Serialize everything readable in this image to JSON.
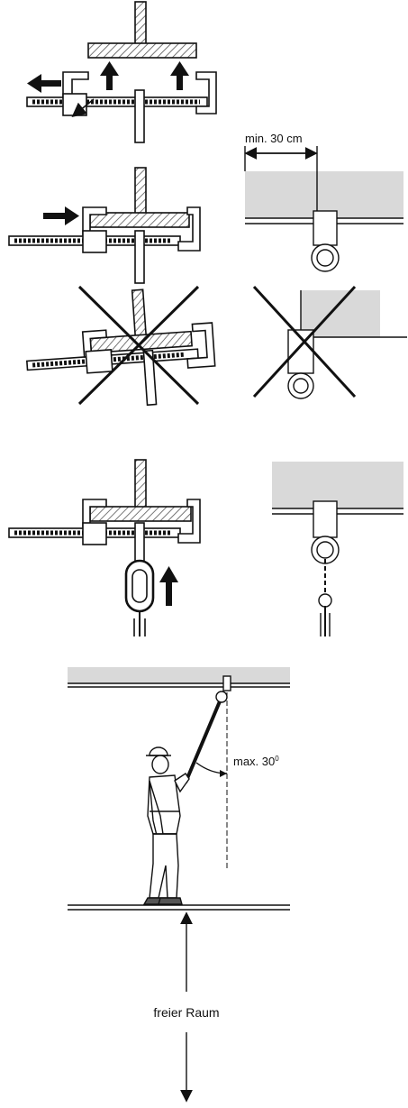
{
  "labels": {
    "min_distance": "min. 30 cm",
    "max_angle": "max. 30",
    "max_angle_unit": "0",
    "clearance": "freier Raum"
  },
  "colors": {
    "ink": "#1a1a1a",
    "ceiling_fill": "#d9d9d9",
    "hatch": "#555555"
  },
  "steps": [
    {
      "id": "open-clamp",
      "wrong": false
    },
    {
      "id": "push-clamp",
      "wrong": false
    },
    {
      "id": "incorrect-mount",
      "wrong": true
    },
    {
      "id": "attach-connector",
      "wrong": false
    },
    {
      "id": "worker-fall-arrest",
      "wrong": false
    }
  ]
}
